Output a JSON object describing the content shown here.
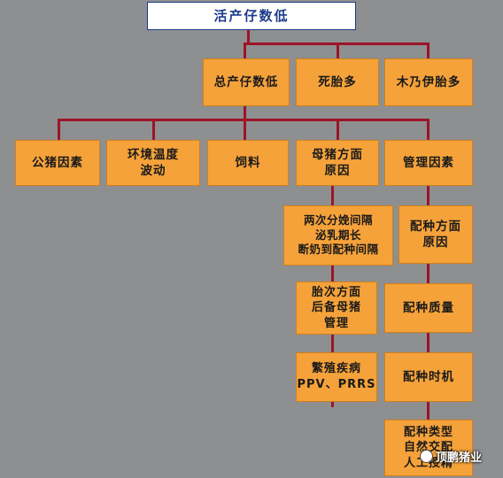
{
  "root": "活产仔数低",
  "level1": [
    "总产仔数低",
    "死胎多",
    "木乃伊胎多"
  ],
  "level2": [
    "公猪因素",
    "环境温度\n波动",
    "饲料",
    "母猪方面\n原因",
    "管理因素"
  ],
  "sow_branch": [
    "两次分娩间隔\n泌乳期长\n断奶到配种间隔",
    "胎次方面\n后备母猪\n管理",
    "繁殖疾病\nPPV、PRRS"
  ],
  "mgmt_branch": [
    "配种方面\n原因",
    "配种质量",
    "配种时机",
    "配种类型\n自然交配\n人工授精"
  ],
  "watermark": "顶鹏猪业"
}
